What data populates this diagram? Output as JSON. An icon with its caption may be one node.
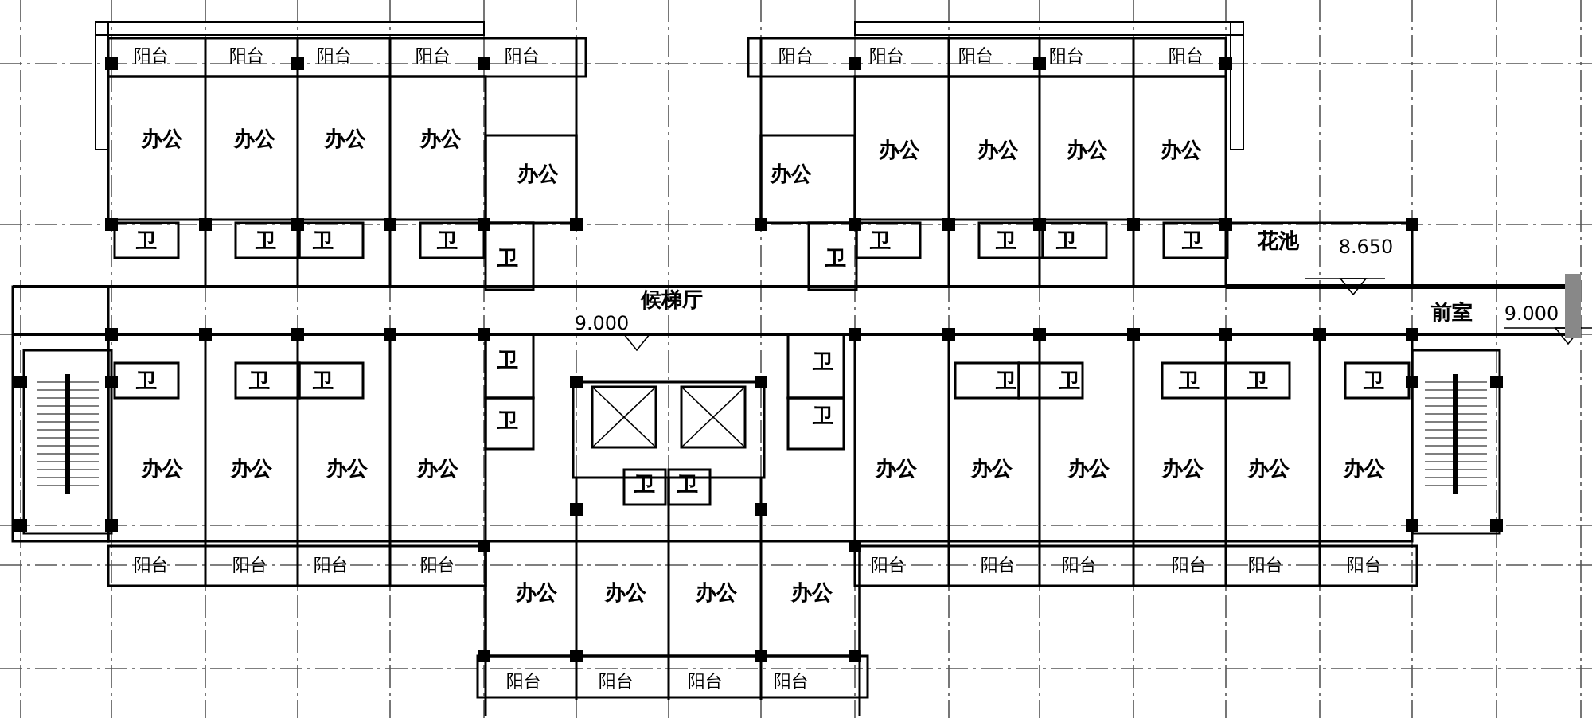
{
  "diagram": {
    "labels": [
      "阳台",
      "阳台",
      "阳台",
      "阳台",
      "阳台",
      "阳台",
      "阳台",
      "阳台",
      "阳台",
      "阳台",
      "办公",
      "办公",
      "办公",
      "办公",
      "办公",
      "办公",
      "办公",
      "办公",
      "办公",
      "办公",
      "卫",
      "卫",
      "卫",
      "卫",
      "卫",
      "卫",
      "卫",
      "卫",
      "卫",
      "卫",
      "花池",
      "8.650",
      "9.000",
      "候梯厅",
      "前室",
      "9.000",
      "卫",
      "卫",
      "卫",
      "卫",
      "卫",
      "卫",
      "卫",
      "卫",
      "卫",
      "卫",
      "卫",
      "卫",
      "办公",
      "办公",
      "办公",
      "办公",
      "办公",
      "办公",
      "办公",
      "办公",
      "办公",
      "办公",
      "卫",
      "卫",
      "阳台",
      "阳台",
      "阳台",
      "阳台",
      "阳台",
      "阳台",
      "阳台",
      "阳台",
      "阳台",
      "阳台",
      "办公",
      "办公",
      "办公",
      "办公",
      "阳台",
      "阳台",
      "阳台",
      "阳台"
    ]
  }
}
